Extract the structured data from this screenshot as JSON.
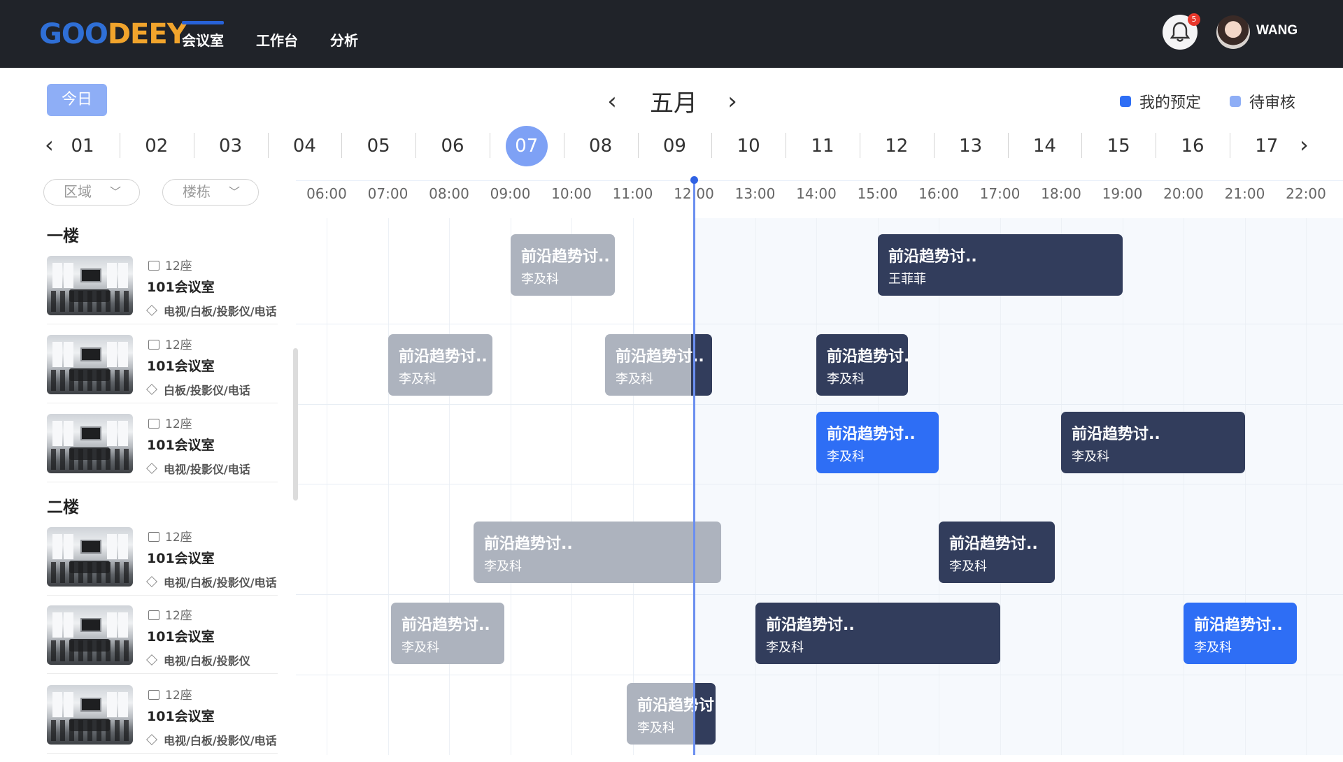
{
  "header": {
    "logo_part1": "GOO",
    "logo_part2": "DEEY",
    "nav": [
      {
        "label": "会议室",
        "active": true
      },
      {
        "label": "工作台",
        "active": false
      },
      {
        "label": "分析",
        "active": false
      }
    ],
    "notification_count": "5",
    "username": "WANG"
  },
  "toolbar": {
    "today_label": "今日",
    "month_title": "五月",
    "prev_icon": "chevron-left-icon",
    "next_icon": "chevron-right-icon",
    "legend": [
      {
        "label": "我的预定",
        "color": "#2e6ef5"
      },
      {
        "label": "待审核",
        "color": "#8eaef6"
      }
    ]
  },
  "dates": {
    "days": [
      "01",
      "02",
      "03",
      "04",
      "05",
      "06",
      "07",
      "08",
      "09",
      "10",
      "11",
      "12",
      "13",
      "14",
      "15",
      "16",
      "17"
    ],
    "selected": "07"
  },
  "filters": {
    "area": "区域",
    "building": "楼栋"
  },
  "timeline": {
    "hours": [
      "06:00",
      "07:00",
      "08:00",
      "09:00",
      "10:00",
      "11:00",
      "12:00",
      "13:00",
      "14:00",
      "15:00",
      "16:00",
      "17:00",
      "18:00",
      "19:00",
      "20:00",
      "21:00",
      "22:00"
    ],
    "current_time_hour": 12.0
  },
  "floors": [
    {
      "name": "一楼",
      "rooms": [
        {
          "seats": "12座",
          "name": "101会议室",
          "equipment": "电视/白板/投影仪/电话"
        },
        {
          "seats": "12座",
          "name": "101会议室",
          "equipment": "白板/投影仪/电话"
        },
        {
          "seats": "12座",
          "name": "101会议室",
          "equipment": "电视/投影仪/电话"
        }
      ]
    },
    {
      "name": "二楼",
      "rooms": [
        {
          "seats": "12座",
          "name": "101会议室",
          "equipment": "电视/白板/投影仪/电话"
        },
        {
          "seats": "12座",
          "name": "101会议室",
          "equipment": "电视/白板/投影仪"
        },
        {
          "seats": "12座",
          "name": "101会议室",
          "equipment": "电视/白板/投影仪/电话"
        }
      ]
    }
  ],
  "bookings": [
    {
      "row": 0,
      "start": 9.0,
      "end": 10.7,
      "status": "gray",
      "title": "前沿趋势讨..",
      "organizer": "李及科"
    },
    {
      "row": 0,
      "start": 15.0,
      "end": 19.0,
      "status": "navy",
      "title": "前沿趋势讨..",
      "organizer": "王菲菲"
    },
    {
      "row": 1,
      "start": 7.0,
      "end": 8.7,
      "status": "gray",
      "title": "前沿趋势讨..",
      "organizer": "李及科"
    },
    {
      "row": 1,
      "start": 10.55,
      "end": 12.3,
      "status": "gray",
      "title": "前沿趋势讨..",
      "organizer": "李及科",
      "tail": true
    },
    {
      "row": 1,
      "start": 14.0,
      "end": 15.5,
      "status": "navy",
      "title": "前沿趋势讨..",
      "organizer": "李及科"
    },
    {
      "row": 2,
      "start": 14.0,
      "end": 16.0,
      "status": "blue",
      "title": "前沿趋势讨..",
      "organizer": "李及科"
    },
    {
      "row": 2,
      "start": 18.0,
      "end": 21.0,
      "status": "navy",
      "title": "前沿趋势讨..",
      "organizer": "李及科"
    },
    {
      "row": 3,
      "start": 8.4,
      "end": 12.45,
      "status": "gray",
      "title": "前沿趋势讨..",
      "organizer": "李及科"
    },
    {
      "row": 3,
      "start": 16.0,
      "end": 17.9,
      "status": "navy",
      "title": "前沿趋势讨..",
      "organizer": "李及科"
    },
    {
      "row": 4,
      "start": 7.05,
      "end": 8.9,
      "status": "gray",
      "title": "前沿趋势讨..",
      "organizer": "李及科"
    },
    {
      "row": 4,
      "start": 13.0,
      "end": 17.0,
      "status": "navy",
      "title": "前沿趋势讨..",
      "organizer": "李及科"
    },
    {
      "row": 4,
      "start": 20.0,
      "end": 21.85,
      "status": "blue",
      "title": "前沿趋势讨..",
      "organizer": "李及科"
    },
    {
      "row": 5,
      "start": 10.9,
      "end": 12.35,
      "status": "gray",
      "title": "前沿趋势讨..",
      "organizer": "李及科",
      "tail": true
    }
  ]
}
